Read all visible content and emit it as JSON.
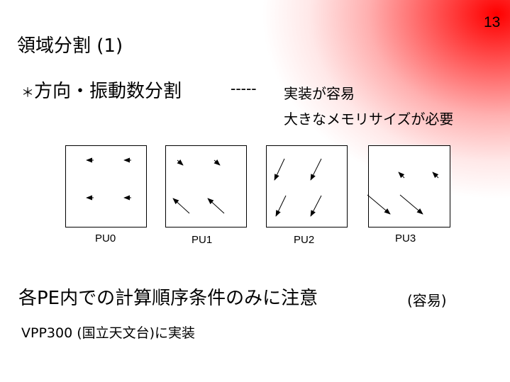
{
  "slide_number": "13",
  "title": "領域分割 (1)",
  "bullet1": {
    "marker": "＊",
    "text": "方向・振動数分割",
    "dash": "-----",
    "note1": "実装が容易",
    "note2": "大きなメモリサイズが必要"
  },
  "pus": [
    {
      "label": "PU0"
    },
    {
      "label": "PU1"
    },
    {
      "label": "PU2"
    },
    {
      "label": "PU3"
    }
  ],
  "bullet2": {
    "text": "各PE内での計算順序条件のみに注意",
    "sub": "(容易)"
  },
  "bullet3": "VPP300 (国立天文台)に実装"
}
